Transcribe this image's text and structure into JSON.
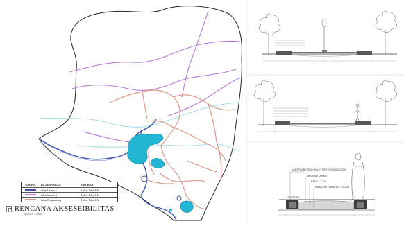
{
  "legend": {
    "headers": [
      "SIMBOL",
      "KETERANGAN",
      "UKURAN"
    ],
    "rows": [
      {
        "name": "Jalan Utama 1",
        "size": "Lebar Jalan 8 M",
        "color": "#3b4fa6"
      },
      {
        "name": "Jalan Utama 2",
        "size": "Lebar Jalan 6 M",
        "color": "#b57ad0"
      },
      {
        "name": "Jalan Penghubung",
        "size": "Lebar Jalan 2 M",
        "color": "#d9998a"
      }
    ]
  },
  "title": {
    "main": "RENCANA AKSESEIBILITAS",
    "sub": "SKALA 1:5000"
  },
  "section_bottom": {
    "notes": [
      "KANSTIN BETON + INLET PER 2 M' DIAGO CM",
      "URUGAN TANAH",
      "BATU 7 X CM",
      "RABAT BETON K 175 T 10 cm"
    ],
    "trotoar": "TROTOAR"
  },
  "colors": {
    "road_main1": "#3b4fa6",
    "road_main2": "#b57ad0",
    "road_connector": "#d9998a",
    "river": "#a6dce6",
    "lake": "#22b5d4"
  }
}
